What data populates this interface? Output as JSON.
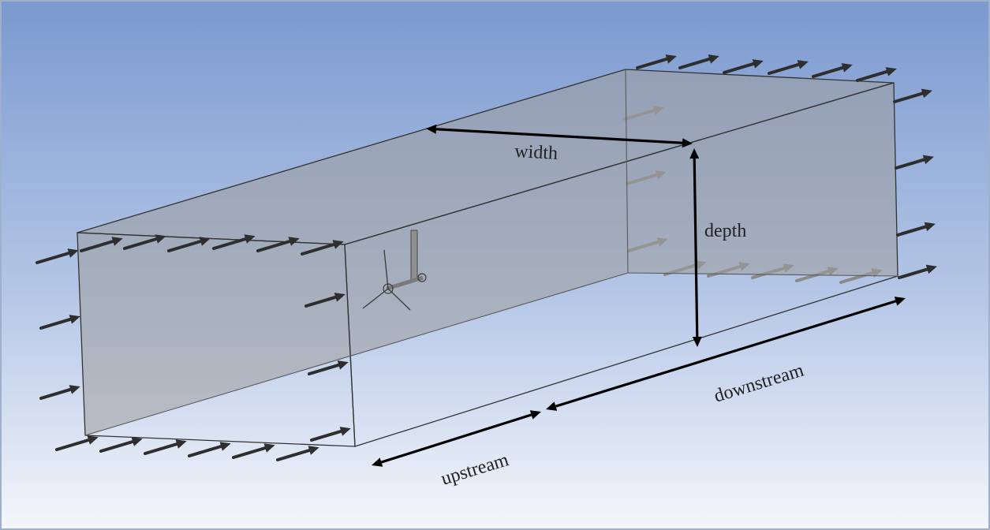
{
  "diagram": {
    "labels": {
      "width": "width",
      "depth": "depth",
      "upstream": "upstream",
      "downstream": "downstream"
    },
    "colors": {
      "background_top": "#7b99cf",
      "background_bottom": "#f4f6fb",
      "domain_face": "#a4a4a4",
      "arrow_dark": "#2e2e2e",
      "arrow_faded": "#8a8a8a",
      "dimension_line": "#000000"
    },
    "flow_direction": "inlet-to-outlet",
    "objects": [
      "flow-domain-box",
      "turbine-model",
      "inlet-arrows",
      "outlet-arrows"
    ]
  }
}
